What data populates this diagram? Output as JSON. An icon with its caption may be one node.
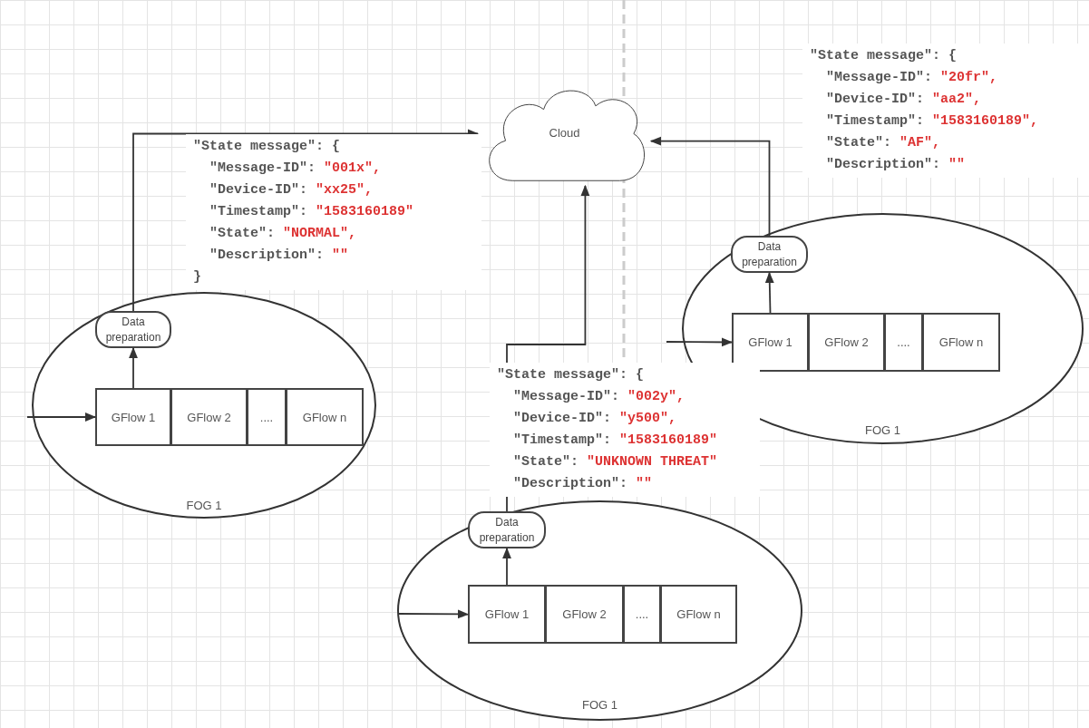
{
  "diagram": {
    "nodes": [
      {
        "text": [
          "Cloud"
        ]
      },
      {
        "text": [
          "FOG 1"
        ]
      },
      {
        "text": [
          "Data preparation"
        ],
        "in": 1
      },
      {
        "text": [
          "GFlow 1"
        ],
        "in": 1
      },
      {
        "text": [
          "GFlow 2"
        ],
        "in": 1
      },
      {
        "text": [
          "...."
        ],
        "in": 1
      },
      {
        "text": [
          "GFlow n"
        ],
        "in": 1
      },
      {
        "text": [
          "FOG 1"
        ]
      },
      {
        "text": [
          "Data preparation"
        ],
        "in": 7
      },
      {
        "text": [
          "GFlow 1"
        ],
        "in": 7
      },
      {
        "text": [
          "GFlow 2"
        ],
        "in": 7
      },
      {
        "text": [
          "...."
        ],
        "in": 7
      },
      {
        "text": [
          "GFlow n"
        ],
        "in": 7
      },
      {
        "text": [
          "FOG 1"
        ]
      },
      {
        "text": [
          "Data preparation"
        ],
        "in": 13
      },
      {
        "text": [
          "GFlow 1"
        ],
        "in": 13
      },
      {
        "text": [
          "GFlow 2"
        ],
        "in": 13
      },
      {
        "text": [
          "...."
        ],
        "in": 13
      },
      {
        "text": [
          "GFlow n"
        ],
        "in": 13
      }
    ],
    "edges": [
      {
        "from": null,
        "to": 3,
        "arrow": "to"
      },
      {
        "from": 3,
        "to": 2,
        "arrow": "to"
      },
      {
        "from": 2,
        "to": 0,
        "arrow": "to"
      },
      {
        "from": null,
        "to": 9,
        "arrow": "to"
      },
      {
        "from": 9,
        "to": 8,
        "arrow": "to"
      },
      {
        "from": 8,
        "to": 0,
        "arrow": "to"
      },
      {
        "from": null,
        "to": 15,
        "arrow": "to"
      },
      {
        "from": 15,
        "to": 14,
        "arrow": "to"
      },
      {
        "from": 14,
        "to": 0,
        "arrow": "to"
      }
    ],
    "labels": [
      "\"State message\": {",
      "\"Message-ID\": \"20fr\",",
      "\"Device-ID\": \"aa2\",",
      "\"Timestamp\": \"1583160189\",",
      "\"State\": \"AF\",",
      "\"Description\": \"\"",
      "\"State message\": {",
      "\"Message-ID\": \"001x\",",
      "\"Device-ID\": \"xx25\",",
      "\"Timestamp\": \"1583160189\"",
      "\"State\": \"NORMAL\",",
      "\"Description\": \"\"",
      "}",
      "\"State message\": {",
      "\"Message-ID\": \"002y\",",
      "\"Device-ID\": \"y500\",",
      "\"Timestamp\": \"1583160189\"",
      "\"State\": \"UNKNOWN THREAT\"",
      "\"Description\": \"\""
    ]
  }
}
